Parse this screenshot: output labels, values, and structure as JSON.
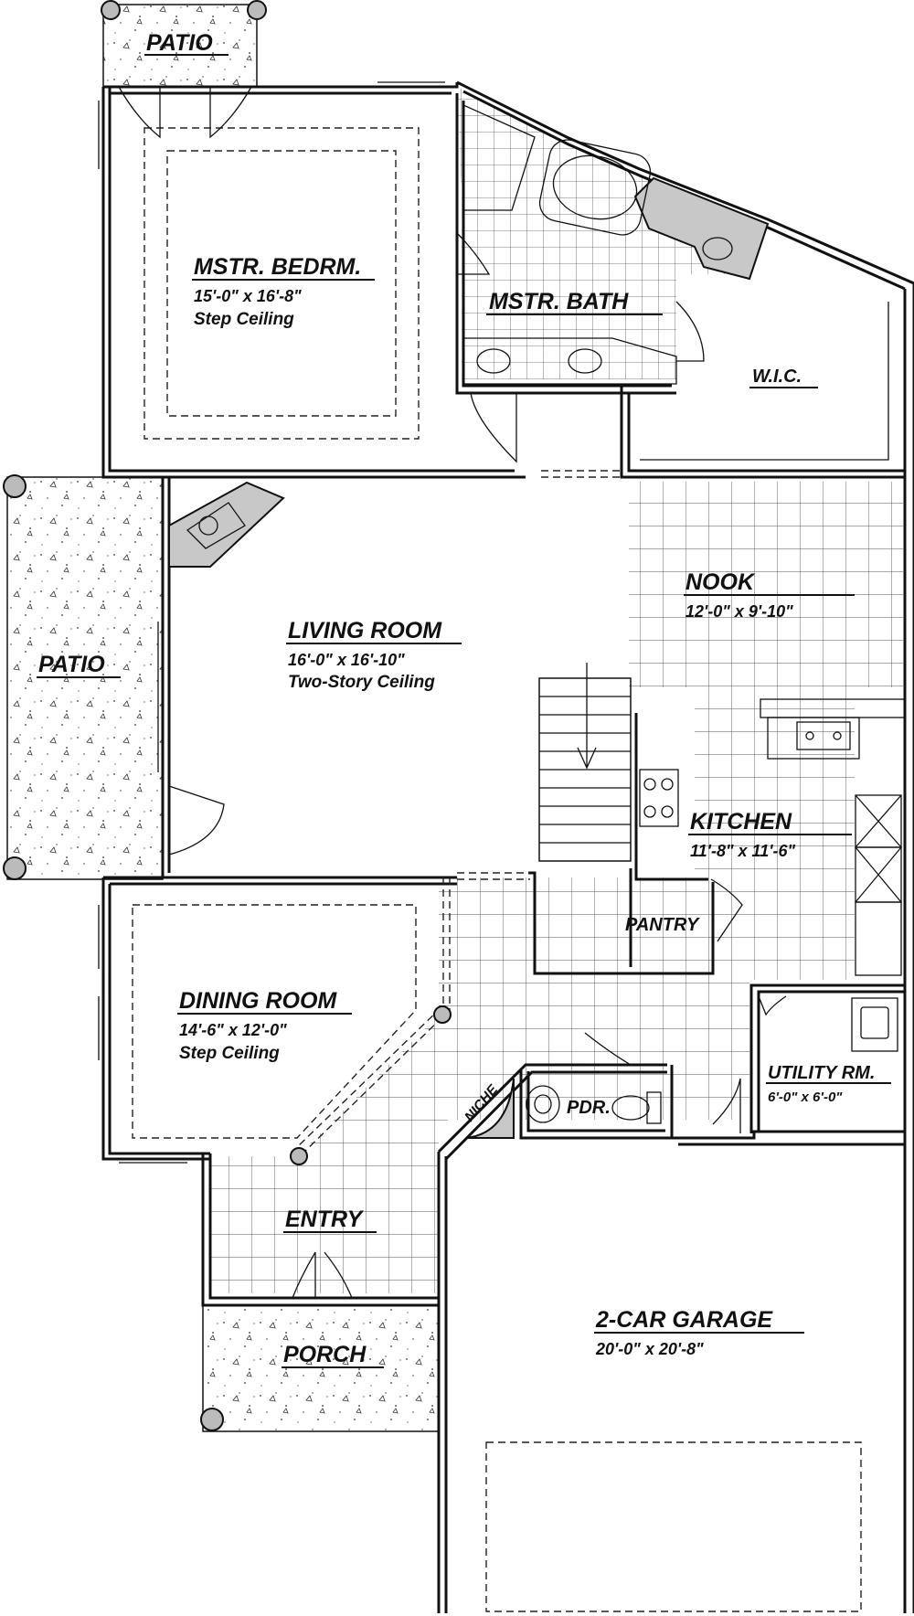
{
  "rooms": {
    "patio_top": {
      "name": "PATIO"
    },
    "master_bedroom": {
      "name": "MSTR. BEDRM.",
      "size": "15'-0\" x 16'-8\"",
      "note": "Step Ceiling"
    },
    "master_bath": {
      "name": "MSTR. BATH"
    },
    "wic": {
      "name": "W.I.C."
    },
    "patio_left": {
      "name": "PATIO"
    },
    "living_room": {
      "name": "LIVING ROOM",
      "size": "16'-0\" x 16'-10\"",
      "note": "Two-Story Ceiling"
    },
    "nook": {
      "name": "NOOK",
      "size": "12'-0\" x 9'-10\""
    },
    "kitchen": {
      "name": "KITCHEN",
      "size": "11'-8\" x 11'-6\""
    },
    "pantry": {
      "name": "PANTRY"
    },
    "dining_room": {
      "name": "DINING ROOM",
      "size": "14'-6\" x 12'-0\"",
      "note": "Step Ceiling"
    },
    "niche": {
      "name": "NICHE"
    },
    "powder": {
      "name": "PDR."
    },
    "utility": {
      "name": "UTILITY RM.",
      "size": "6'-0\" x 6'-0\""
    },
    "entry": {
      "name": "ENTRY"
    },
    "porch": {
      "name": "PORCH"
    },
    "garage": {
      "name": "2-CAR GARAGE",
      "size": "20'-0\" x 20'-8\""
    }
  }
}
